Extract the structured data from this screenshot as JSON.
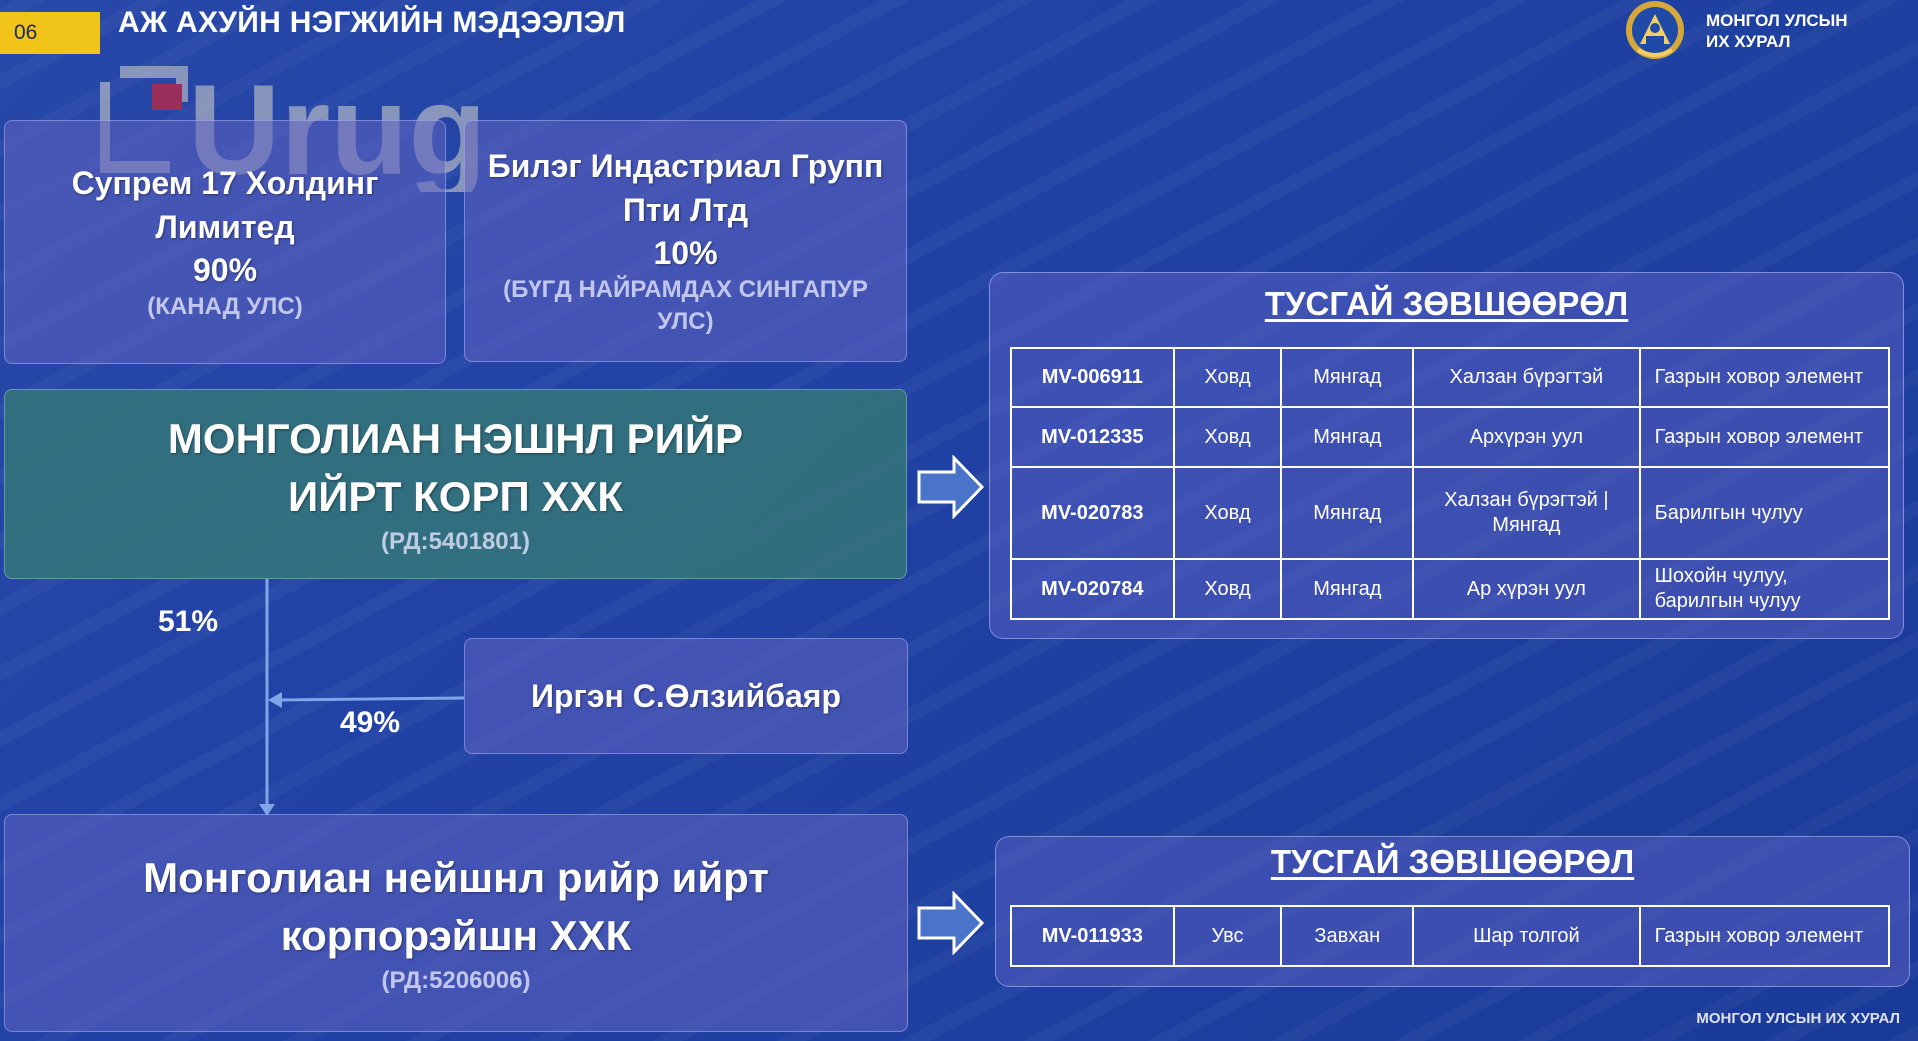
{
  "header": {
    "slide_number": "06",
    "title": "АЖ АХУЙН НЭГЖИЙН МЭДЭЭЛЭЛ",
    "logo_line1": "МОНГОЛ УЛСЫН",
    "logo_line2": "ИХ ХУРАЛ"
  },
  "watermark": {
    "text": "Urug"
  },
  "shareholders": [
    {
      "name_line1": "Супрем 17 Холдинг",
      "name_line2": "Лимитед",
      "share": "90%",
      "country": "(КАНАД УЛС)"
    },
    {
      "name_line1": "Билэг Индастриал Групп",
      "name_line2": "Пти Лтд",
      "share": "10%",
      "country_line1": "(БҮГД НАЙРАМДАХ СИНГАПУР",
      "country_line2": "УЛС)"
    }
  ],
  "main_company": {
    "name_line1": "МОНГОЛИАН НЭШНЛ РИЙР",
    "name_line2": "ИЙРТ КОРП ХХК",
    "reg": "(РД:5401801)",
    "share_to_sub": "51%"
  },
  "person": {
    "name": "Иргэн С.Өлзийбаяр",
    "share": "49%"
  },
  "sub_company": {
    "name_line1": "Монголиан нейшнл рийр ийрт",
    "name_line2": "корпорэйшн ХХК",
    "reg": "(РД:5206006)"
  },
  "licenses_main": {
    "title": "ТУСГАЙ ЗӨВШӨӨРӨЛ",
    "rows": [
      {
        "code": "MV-006911",
        "aimag": "Ховд",
        "soum": "Мянгад",
        "area": "Халзан бүрэгтэй",
        "area2": "",
        "type": "Газрын ховор элемент",
        "type2": ""
      },
      {
        "code": "MV-012335",
        "aimag": "Ховд",
        "soum": "Мянгад",
        "area": "Архүрэн уул",
        "area2": "",
        "type": "Газрын ховор элемент",
        "type2": ""
      },
      {
        "code": "MV-020783",
        "aimag": "Ховд",
        "soum": "Мянгад",
        "area": "Халзан бүрэгтэй |",
        "area2": "Мянгад",
        "type": "Барилгын чулуу",
        "type2": ""
      },
      {
        "code": "MV-020784",
        "aimag": "Ховд",
        "soum": "Мянгад",
        "area": "Ар хүрэн уул",
        "area2": "",
        "type": "Шохойн чулуу,",
        "type2": "барилгын чулуу"
      }
    ]
  },
  "licenses_sub": {
    "title": "ТУСГАЙ ЗӨВШӨӨРӨЛ",
    "rows": [
      {
        "code": "MV-011933",
        "aimag": "Увс",
        "soum": "Завхан",
        "area": "Шар толгой",
        "type": "Газрын ховор элемент"
      }
    ]
  },
  "footer": {
    "text": "МОНГОЛ УЛСЫН ИХ ХУРАЛ"
  },
  "colors": {
    "badge": "#f0c419",
    "main_box": "#347678",
    "background": "#2142a5",
    "arrow": "#4a74c9"
  }
}
